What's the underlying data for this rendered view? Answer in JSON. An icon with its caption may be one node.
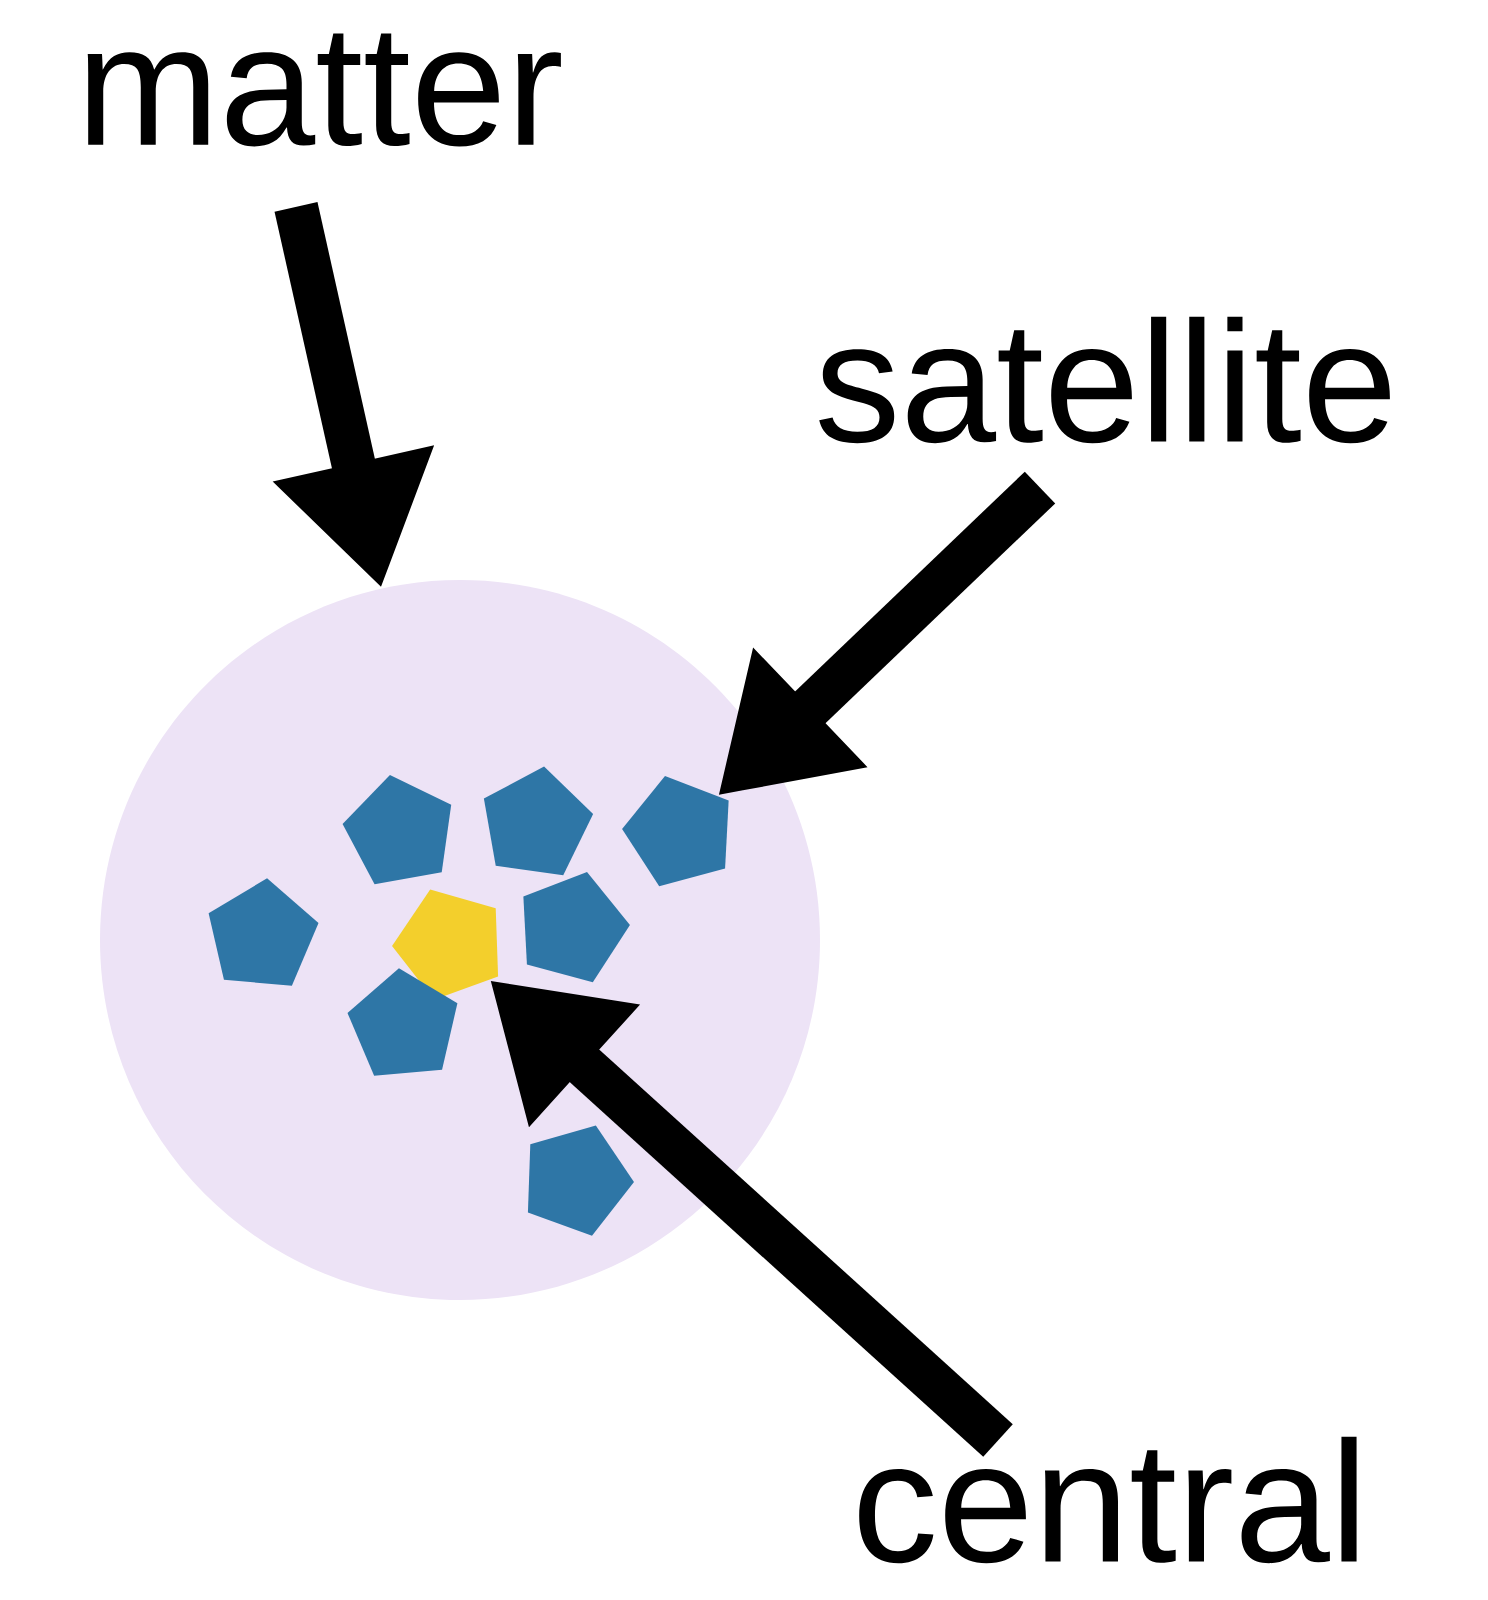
{
  "diagram": {
    "nodes": [
      {
        "text": [
          "matter"
        ]
      },
      {
        "text": [],
        "shape": "circle"
      },
      {
        "text": [
          "satellite"
        ]
      },
      {
        "text": [],
        "shape": "pentagon",
        "in": 1
      },
      {
        "text": [],
        "shape": "pentagon",
        "in": 1
      },
      {
        "text": [],
        "shape": "pentagon",
        "in": 1
      },
      {
        "text": [],
        "shape": "pentagon",
        "in": 1
      },
      {
        "text": [],
        "shape": "pentagon",
        "in": 1
      },
      {
        "text": [],
        "shape": "pentagon",
        "in": 1
      },
      {
        "text": [],
        "shape": "pentagon",
        "in": 1
      },
      {
        "text": [],
        "shape": "pentagon",
        "in": 1
      },
      {
        "text": [
          "central"
        ]
      }
    ],
    "edges": [
      {
        "from": 0,
        "to": 1,
        "arrow": "to"
      },
      {
        "from": 2,
        "to": 5,
        "arrow": "to"
      },
      {
        "from": 11,
        "to": 7,
        "arrow": "to"
      }
    ]
  }
}
